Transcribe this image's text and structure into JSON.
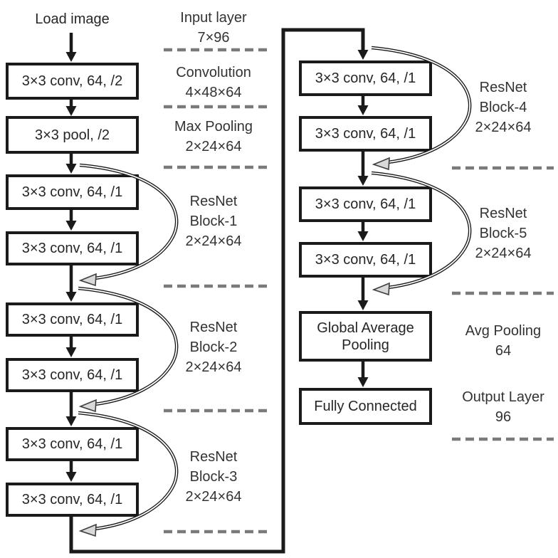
{
  "colors": {
    "background": "#ffffff",
    "line": "#1a1a1a",
    "box_fill": "#ffffff",
    "box_border": "#1a1a1a",
    "text": "#262626",
    "dash": "#7a7a7a",
    "arrowhead_fill": "#d9d9d9",
    "arrowhead_stroke": "#3f3f3f"
  },
  "left_column": {
    "input_label": "Load image",
    "boxes": [
      {
        "label": "3×3 conv, 64, /2"
      },
      {
        "label": "3×3 pool, /2"
      },
      {
        "label": "3×3 conv, 64, /1"
      },
      {
        "label": "3×3 conv, 64, /1"
      },
      {
        "label": "3×3 conv, 64, /1"
      },
      {
        "label": "3×3 conv, 64, /1"
      },
      {
        "label": "3×3 conv, 64, /1"
      },
      {
        "label": "3×3 conv, 64, /1"
      }
    ]
  },
  "right_column": {
    "boxes": [
      {
        "label": "3×3 conv, 64, /1"
      },
      {
        "label": "3×3 conv, 64, /1"
      },
      {
        "label": "3×3 conv, 64, /1"
      },
      {
        "label": "3×3 conv, 64, /1"
      },
      {
        "lines": [
          "Global Average",
          "Pooling"
        ]
      },
      {
        "label": "Fully Connected"
      }
    ]
  },
  "annotations_middle": [
    {
      "lines": [
        "Input layer",
        "7×96"
      ]
    },
    {
      "lines": [
        "Convolution",
        "4×48×64"
      ]
    },
    {
      "lines": [
        "Max Pooling",
        "2×24×64"
      ]
    },
    {
      "lines": [
        "ResNet",
        "Block-1",
        "2×24×64"
      ]
    },
    {
      "lines": [
        "ResNet",
        "Block-2",
        "2×24×64"
      ]
    },
    {
      "lines": [
        "ResNet",
        "Block-3",
        "2×24×64"
      ]
    }
  ],
  "annotations_right": [
    {
      "lines": [
        "ResNet",
        "Block-4",
        "2×24×64"
      ]
    },
    {
      "lines": [
        "ResNet",
        "Block-5",
        "2×24×64"
      ]
    },
    {
      "lines": [
        "Avg Pooling",
        "64"
      ]
    },
    {
      "lines": [
        "Output Layer",
        "96"
      ]
    }
  ]
}
